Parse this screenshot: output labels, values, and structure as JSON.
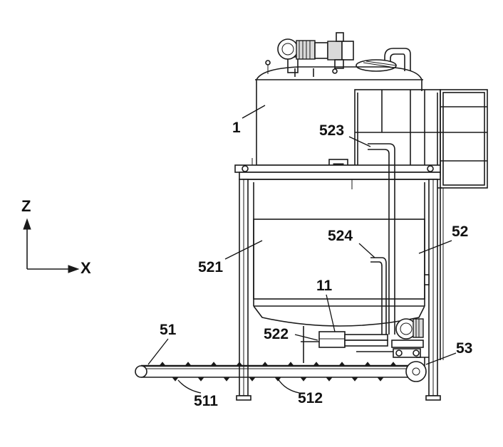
{
  "axes": {
    "z_label": "Z",
    "x_label": "X"
  },
  "labels": {
    "tank": "1",
    "pump_motor": "11",
    "conveyor": "51",
    "conveyor_belt_upper": "511",
    "conveyor_belt_lower": "512",
    "hopper": "52",
    "hopper_body": "521",
    "outlet": "522",
    "pipe_top": "523",
    "pipe_mid": "524",
    "pulley": "53"
  }
}
